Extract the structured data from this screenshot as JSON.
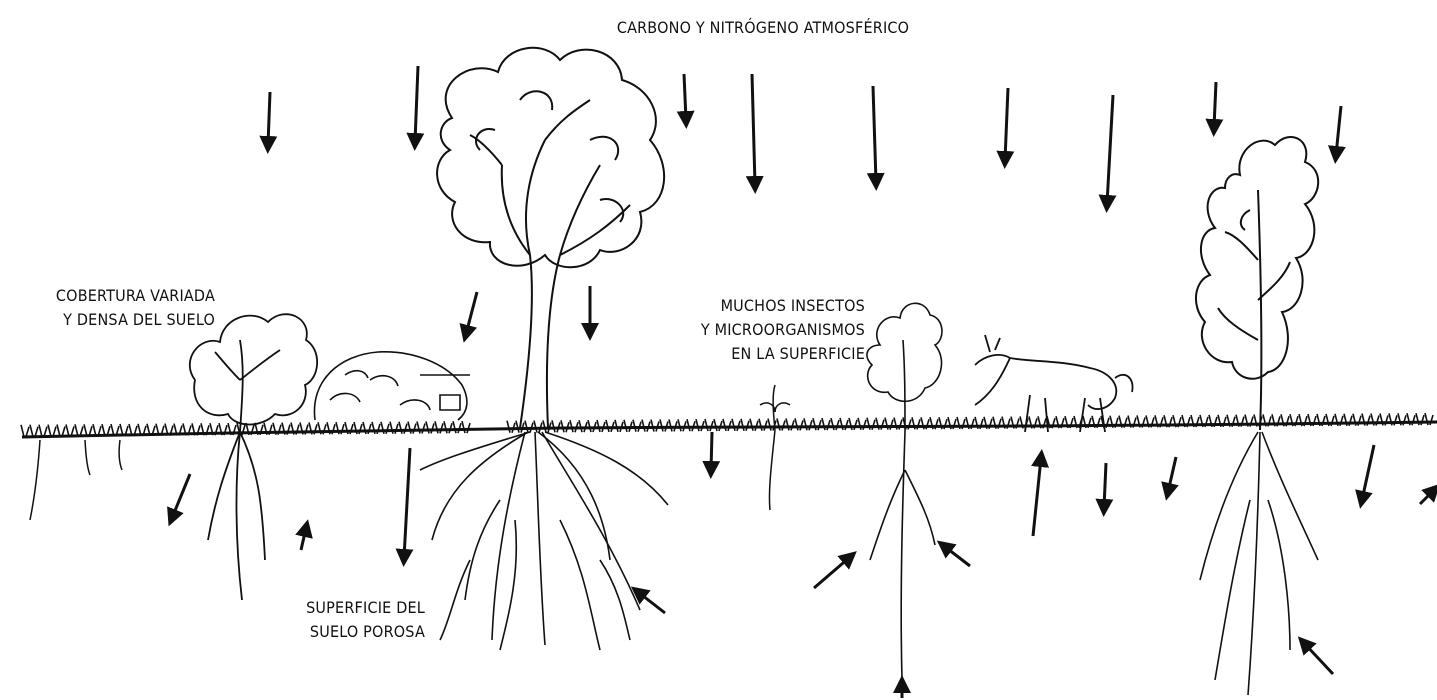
{
  "diagram": {
    "labels": {
      "atmosphere": "CARBONO Y NITRÓGENO ATMOSFÉRICO",
      "ground_cover": [
        "COBERTURA VARIADA",
        "Y DENSA DEL SUELO"
      ],
      "insects": [
        "MUCHOS INSECTOS",
        "Y MICROORGANISMOS",
        "EN LA SUPERFICIE"
      ],
      "porous_soil": [
        "SUPERFICIE DEL",
        "SUELO POROSA"
      ]
    },
    "style": {
      "ink": "#111111",
      "background": "#ffffff"
    },
    "elements": {
      "arrows": [
        "carbon-nitrogen-flow-arrow"
      ],
      "plants": [
        "large-tree",
        "tall-tree",
        "bush",
        "compost-heap",
        "small-shrub"
      ],
      "animal": "grazing-deer"
    }
  }
}
